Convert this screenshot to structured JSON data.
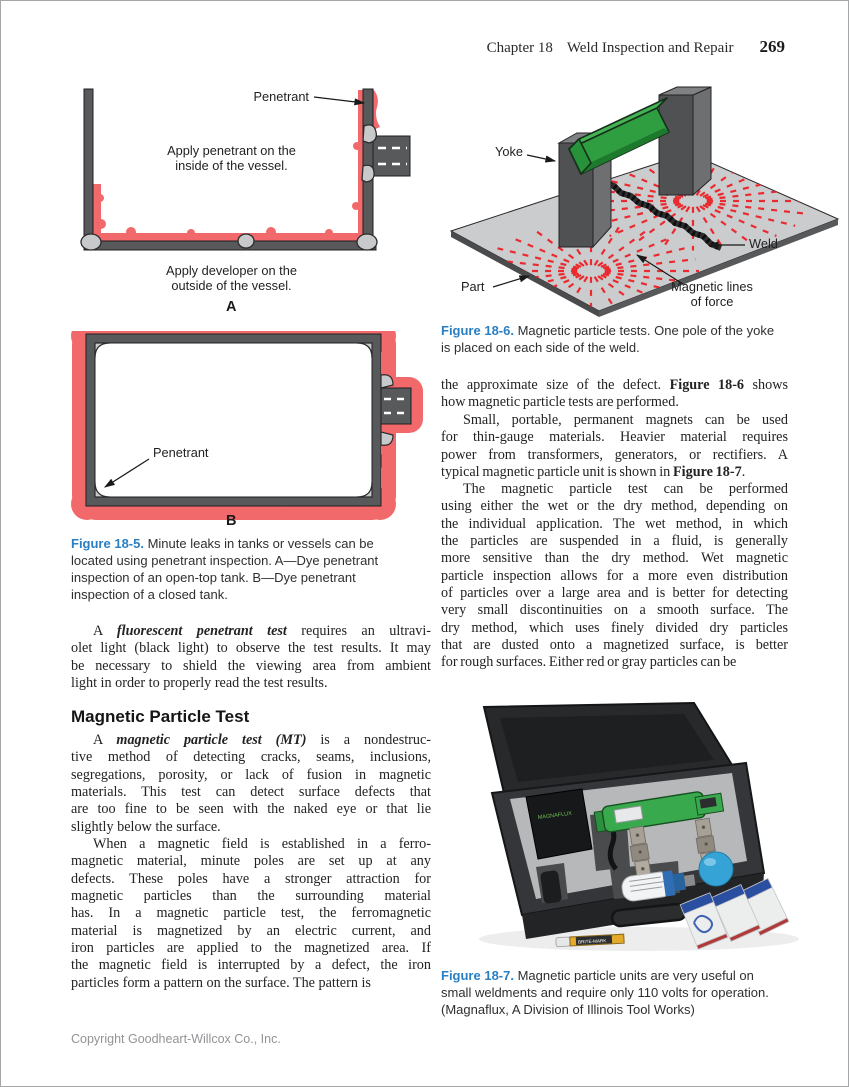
{
  "page": {
    "header": {
      "chapter": "Chapter 18",
      "title": "Weld Inspection and Repair",
      "number": "269"
    },
    "footer": "Copyright Goodheart-Willcox Co., Inc."
  },
  "figure5": {
    "labels": {
      "penetrant_a": "Penetrant",
      "apply_penetrant": "Apply penetrant on the\ninside of the vessel.",
      "apply_developer": "Apply developer on the\noutside of the vessel.",
      "sub_a": "A",
      "penetrant_b": "Penetrant",
      "sub_b": "B"
    },
    "caption_lines": [
      "**Figure 18-5.** Minute leaks in tanks or vessels can be",
      "located using penetrant inspection. A—Dye penetrant",
      "inspection of an open-top tank. B—Dye penetrant",
      "inspection of a closed tank."
    ]
  },
  "figure6": {
    "labels": {
      "yoke": "Yoke",
      "weld": "Weld",
      "part": "Part",
      "force": "Magnetic lines\nof force"
    },
    "caption_lines": [
      "**Figure 18-6.** Magnetic particle tests. One pole of the yoke",
      "is placed on each side of the weld."
    ]
  },
  "figure7": {
    "photo_text": {
      "pouch": "MAGNAFLUX",
      "marker": "BRITE-MARK"
    },
    "caption_lines": [
      "**Figure 18-7.** Magnetic particle units are very useful on",
      "small weldments and require only 110 volts for operation.",
      "(Magnaflux, A Division of Illinois Tool Works)"
    ]
  },
  "left_column": {
    "para1": [
      "\tA ***fluorescent penetrant test*** requires an ultravi-",
      "olet light (black light) to observe the test results. It may",
      "be necessary to shield the viewing area from ambient",
      "light in order to properly read the test results."
    ],
    "heading": "Magnetic Particle Test",
    "para2": [
      "\tA ***magnetic particle test (MT)*** is a nondestruc-",
      "tive method of detecting cracks, seams, inclusions,",
      "segregations, porosity, or lack of fusion in magnetic",
      "materials. This test can detect surface defects that",
      "are too fine to be seen with the naked eye or that lie",
      "slightly below the surface."
    ],
    "para3": [
      "\tWhen a magnetic field is established in a ferro-",
      "magnetic material, minute poles are set up at any",
      "defects. These poles have a stronger attraction for",
      "magnetic particles than the surrounding material",
      "has. In a magnetic particle test, the ferromagnetic",
      "material is magnetized by an electric current, and",
      "iron particles are applied to the magnetized area. If",
      "the magnetic field is interrupted by a defect, the iron",
      "particles form a pattern on the surface. The pattern is"
    ]
  },
  "right_column": {
    "para1": [
      "the approximate size of the defect. **Figure 18-6** shows",
      "how magnetic particle tests are performed."
    ],
    "para2": [
      "\tSmall, portable, permanent magnets can be used",
      "for thin-gauge materials. Heavier material requires",
      "power from transformers, generators, or rectifiers. A",
      "typical magnetic particle unit is shown in **Figure 18-7**."
    ],
    "para3": [
      "\tThe magnetic particle test can be performed",
      "using either the wet or the dry method, depending on",
      "the individual application. The wet method, in which",
      "the particles are suspended in a fluid, is generally",
      "more sensitive than the dry method. Wet magnetic",
      "particle inspection allows for a more even distribution",
      "of particles over a large area and is better for detecting",
      "very small discontinuities on a smooth surface. The",
      "dry method, which uses finely divided dry particles",
      "that are dusted onto a magnetized surface, is better",
      "for rough surfaces. Either red or gray particles can be"
    ]
  },
  "colors": {
    "caption_blue": "#2a7fc3",
    "penetrant_red": "#f1696b",
    "steel_gray": "#58595b",
    "weld_gray": "#c8c9cb",
    "yoke_green": "#2f9e41",
    "plate_gray": "#cbccce",
    "magnetic_line_red": "#ea2a2e",
    "foam_gray": "#b7b8ba",
    "case_black": "#28292b",
    "bulb_blue": "#35a3d6",
    "marker_yellow": "#e3aa2c"
  }
}
